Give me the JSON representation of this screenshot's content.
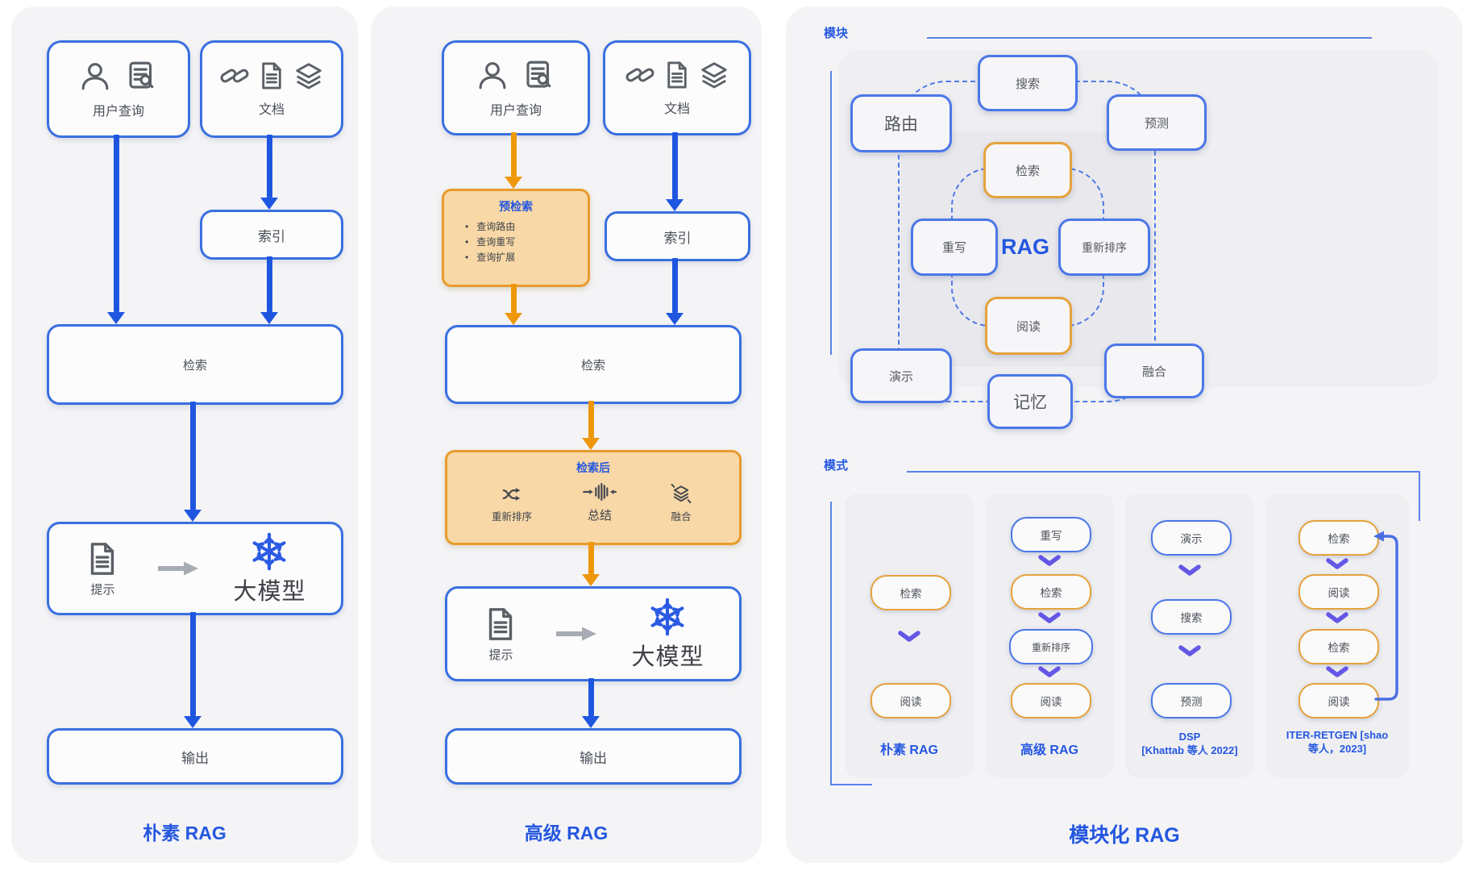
{
  "colors": {
    "accent_blue": "#2457e0",
    "arrow_blue": "#1f56e0",
    "arrow_orange": "#ef970b",
    "orange_border": "#e89b2d",
    "blue_border": "#3a6fe0"
  },
  "naive": {
    "title": "朴素 RAG",
    "user_query": "用户查询",
    "documents": "文档",
    "index": "索引",
    "retrieval": "检索",
    "prompt": "提示",
    "llm": "大模型",
    "output": "输出"
  },
  "advanced": {
    "title": "高级 RAG",
    "user_query": "用户查询",
    "documents": "文档",
    "index": "索引",
    "retrieval": "检索",
    "prompt": "提示",
    "llm": "大模型",
    "output": "输出",
    "pre_retrieval": {
      "title": "预检索",
      "bullets": [
        "查询路由",
        "查询重写",
        "查询扩展"
      ]
    },
    "post_retrieval": {
      "title": "检索后",
      "rerank": "重新排序",
      "summarize": "总结",
      "fuse": "融合"
    }
  },
  "modular": {
    "title": "模块化 RAG",
    "modules_label": "模块",
    "patterns_label": "模式",
    "modules": {
      "search": "搜索",
      "routing": "路由",
      "predict": "预测",
      "retrieve": "检索",
      "rewrite": "重写",
      "rag": "RAG",
      "rerank": "重新排序",
      "read": "阅读",
      "demonstrate": "演示",
      "fuse": "融合",
      "memory": "记忆"
    },
    "patterns": [
      {
        "label": "朴素 RAG",
        "steps": [
          "检索",
          "阅读"
        ]
      },
      {
        "label": "高级 RAG",
        "steps": [
          "重写",
          "检索",
          "重新排序",
          "阅读"
        ]
      },
      {
        "label_line1": "DSP",
        "label_line2": "[Khattab 等人 2022]",
        "steps": [
          "演示",
          "搜索",
          "预测"
        ]
      },
      {
        "label_line1": "ITER-RETGEN [shao",
        "label_line2": "等人，2023]",
        "steps": [
          "检索",
          "阅读",
          "检索",
          "阅读"
        ]
      }
    ]
  }
}
